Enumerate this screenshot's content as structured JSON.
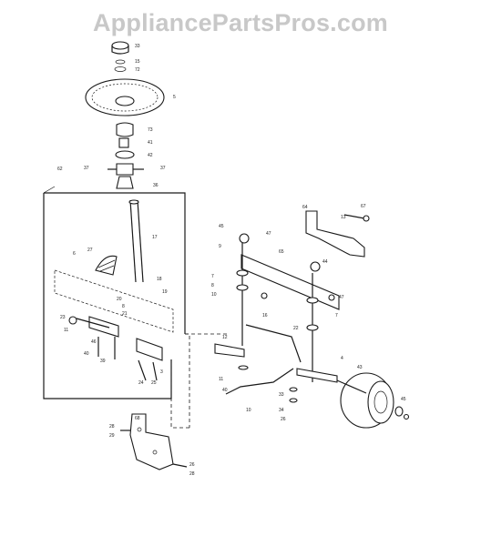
{
  "watermark": "AppliancePartsPros.com",
  "callouts": [
    {
      "id": "c-33",
      "label": "33"
    },
    {
      "id": "c-15a",
      "label": "15"
    },
    {
      "id": "c-72",
      "label": "72"
    },
    {
      "id": "c-5",
      "label": "5"
    },
    {
      "id": "c-73",
      "label": "73"
    },
    {
      "id": "c-41",
      "label": "41"
    },
    {
      "id": "c-42",
      "label": "42"
    },
    {
      "id": "c-37a",
      "label": "37"
    },
    {
      "id": "c-37b",
      "label": "37"
    },
    {
      "id": "c-36",
      "label": "36"
    },
    {
      "id": "c-62",
      "label": "62"
    },
    {
      "id": "c-17",
      "label": "17"
    },
    {
      "id": "c-6",
      "label": "6"
    },
    {
      "id": "c-27",
      "label": "27"
    },
    {
      "id": "c-18",
      "label": "18"
    },
    {
      "id": "c-19",
      "label": "19"
    },
    {
      "id": "c-20",
      "label": "20"
    },
    {
      "id": "c-23",
      "label": "23"
    },
    {
      "id": "c-8",
      "label": "8"
    },
    {
      "id": "c-21",
      "label": "21"
    },
    {
      "id": "c-11a",
      "label": "11"
    },
    {
      "id": "c-46",
      "label": "46"
    },
    {
      "id": "c-39",
      "label": "39"
    },
    {
      "id": "c-24",
      "label": "24"
    },
    {
      "id": "c-25",
      "label": "25"
    },
    {
      "id": "c-40",
      "label": "40"
    },
    {
      "id": "c-3",
      "label": "3"
    },
    {
      "id": "c-64",
      "label": "64"
    },
    {
      "id": "c-13",
      "label": "13"
    },
    {
      "id": "c-67",
      "label": "67"
    },
    {
      "id": "c-45a",
      "label": "45"
    },
    {
      "id": "c-9a",
      "label": "9"
    },
    {
      "id": "c-47a",
      "label": "47"
    },
    {
      "id": "c-65",
      "label": "65"
    },
    {
      "id": "c-44",
      "label": "44"
    },
    {
      "id": "c-7a",
      "label": "7"
    },
    {
      "id": "c-8b",
      "label": "8"
    },
    {
      "id": "c-10b",
      "label": "10"
    },
    {
      "id": "c-47b",
      "label": "47"
    },
    {
      "id": "c-16",
      "label": "16"
    },
    {
      "id": "c-22",
      "label": "22"
    },
    {
      "id": "c-7b",
      "label": "7"
    },
    {
      "id": "c-12",
      "label": "12"
    },
    {
      "id": "c-11b",
      "label": "11"
    },
    {
      "id": "c-40b",
      "label": "40"
    },
    {
      "id": "c-10",
      "label": "10"
    },
    {
      "id": "c-4",
      "label": "4"
    },
    {
      "id": "c-43",
      "label": "43"
    },
    {
      "id": "c-33b",
      "label": "33"
    },
    {
      "id": "c-34",
      "label": "34"
    },
    {
      "id": "c-26",
      "label": "26"
    },
    {
      "id": "c-45b",
      "label": "45"
    },
    {
      "id": "c-68",
      "label": "68"
    },
    {
      "id": "c-28",
      "label": "28"
    },
    {
      "id": "c-29",
      "label": "29"
    },
    {
      "id": "c-26b",
      "label": "26"
    },
    {
      "id": "c-28b",
      "label": "28"
    }
  ]
}
